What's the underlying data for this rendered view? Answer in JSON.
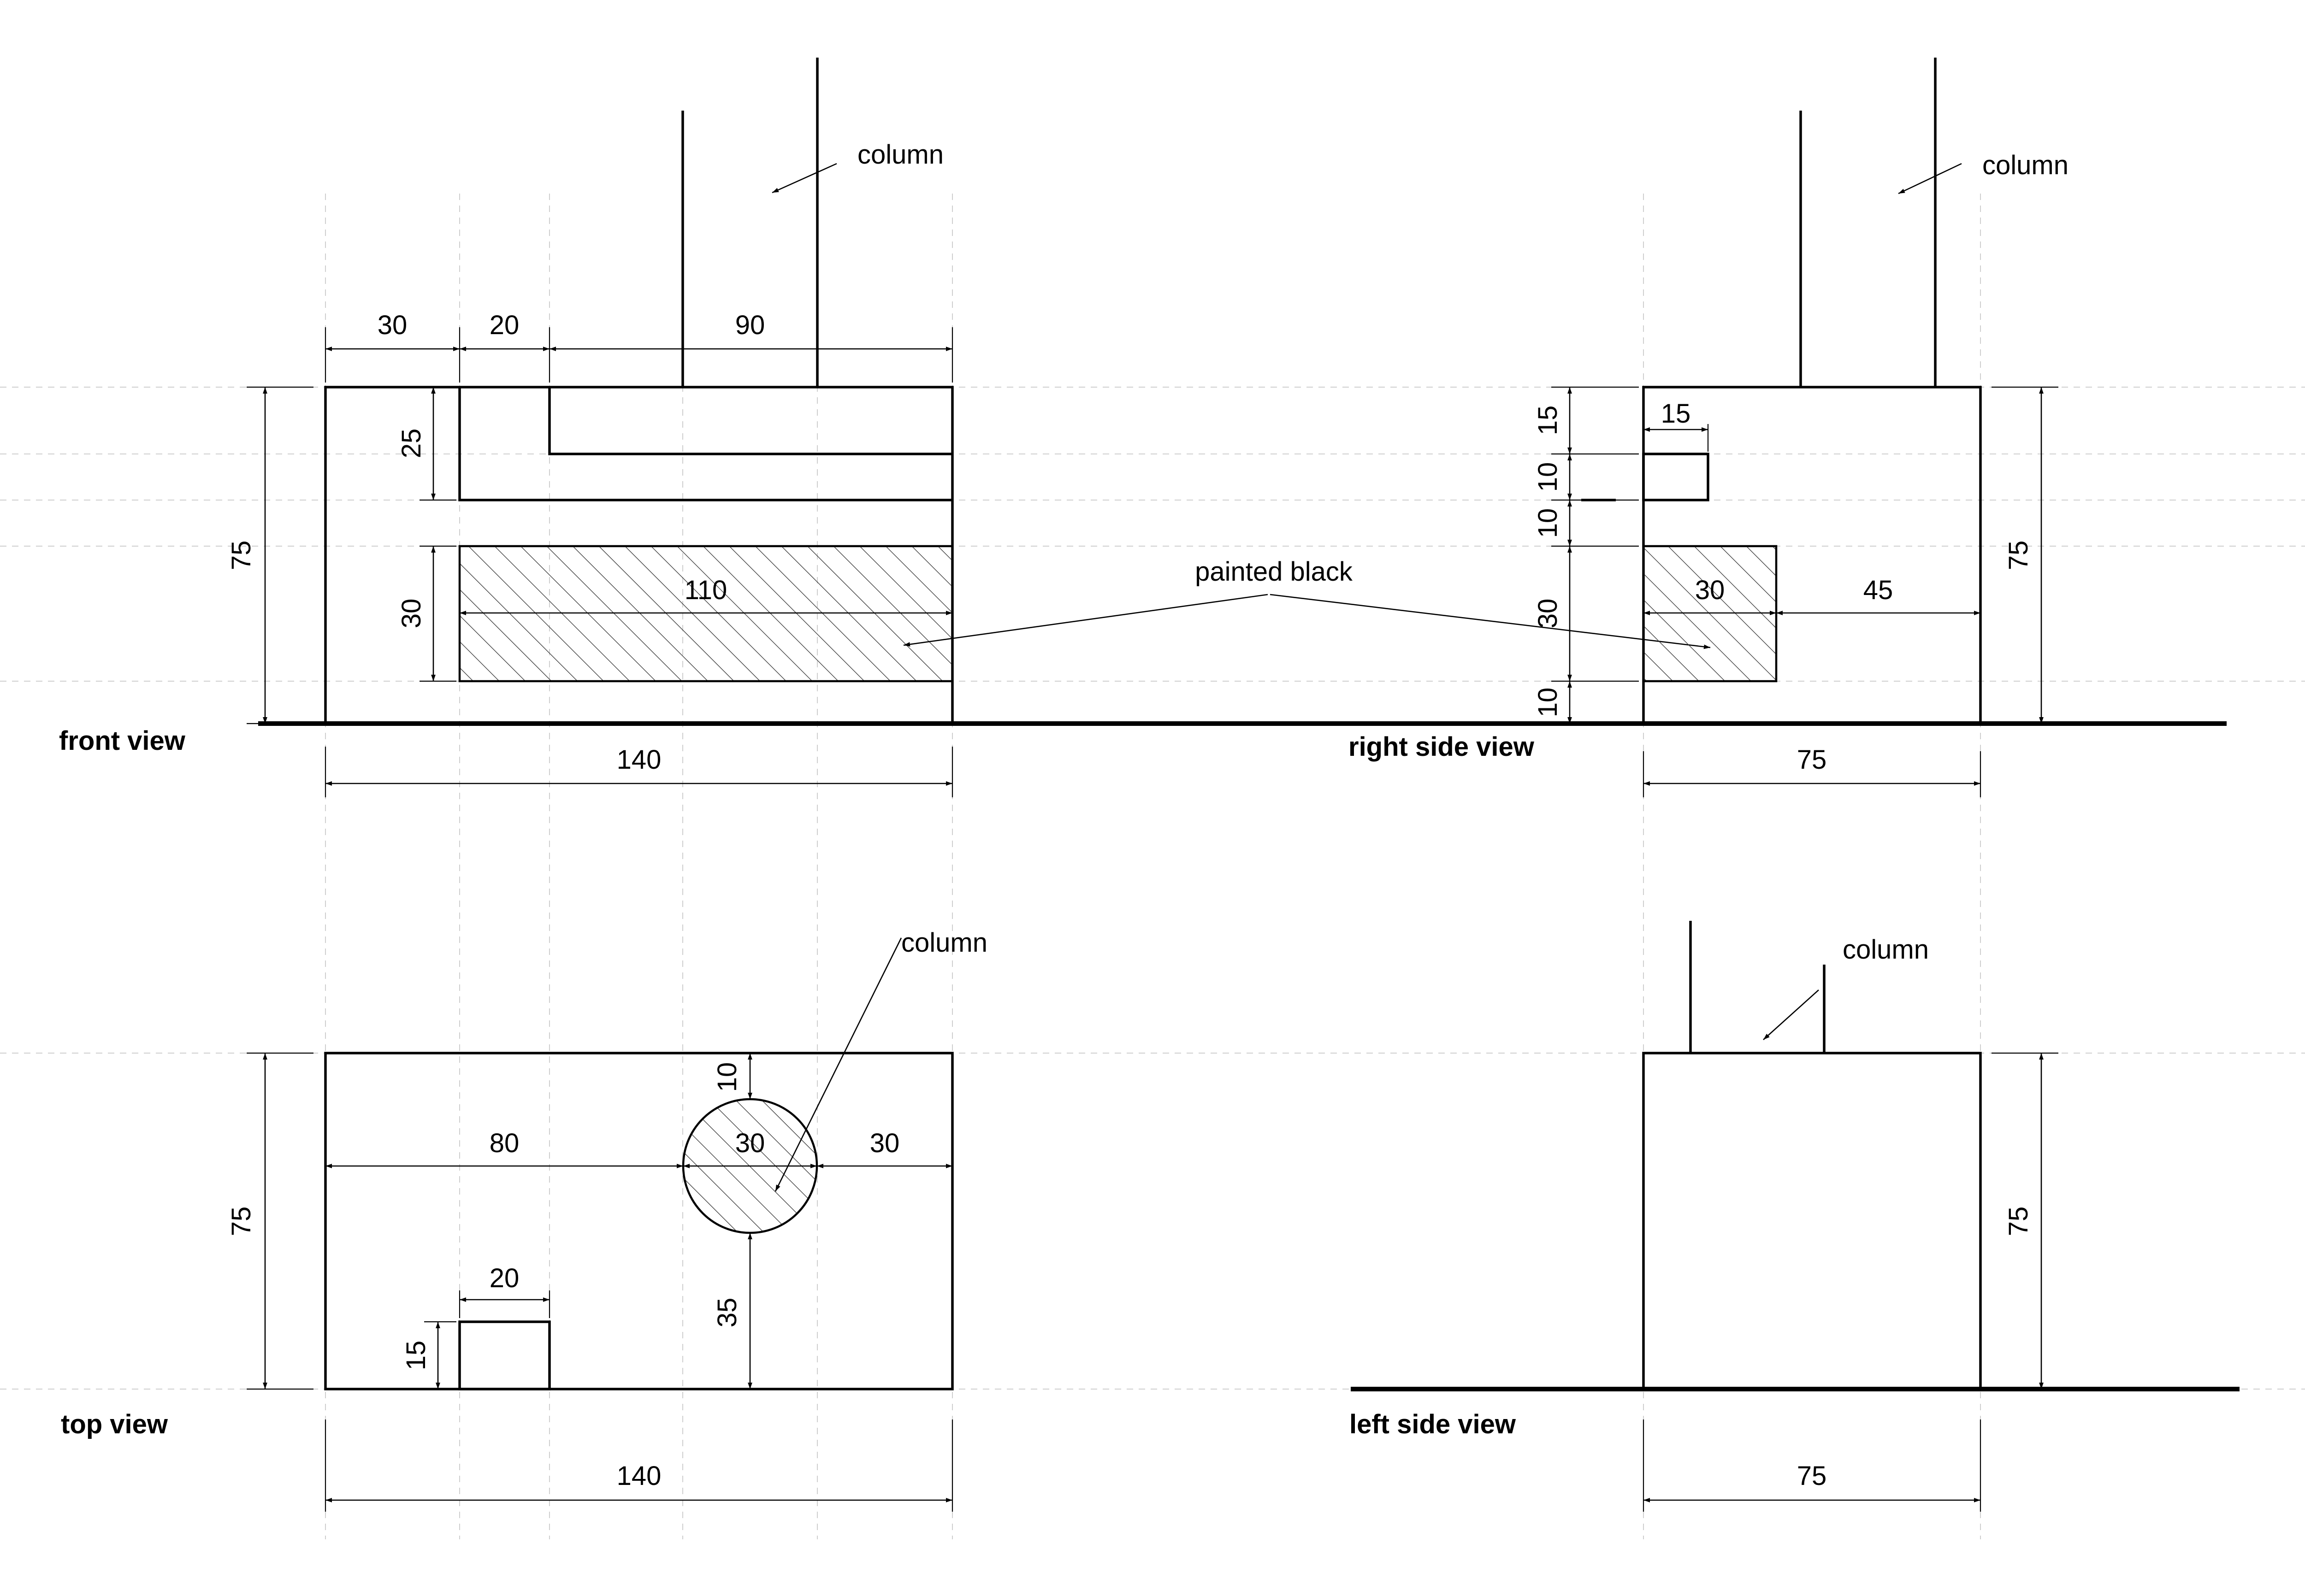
{
  "views": {
    "front": "front view",
    "right": "right side view",
    "top": "top view",
    "left": "left side view"
  },
  "notes": {
    "column": "column",
    "painted_black": "painted black"
  },
  "dims": {
    "front_30": "30",
    "front_20": "20",
    "front_90": "90",
    "front_75": "75",
    "front_25": "25",
    "front_30v": "30",
    "front_110": "110",
    "front_140": "140",
    "right_15v": "15",
    "right_10a": "10",
    "right_10b": "10",
    "right_30v": "30",
    "right_10c": "10",
    "right_15h": "15",
    "right_30h": "30",
    "right_45": "45",
    "right_75v": "75",
    "right_75h": "75",
    "top_75": "75",
    "top_80": "80",
    "top_30a": "30",
    "top_30b": "30",
    "top_10": "10",
    "top_35": "35",
    "top_20": "20",
    "top_15": "15",
    "top_140": "140",
    "left_75v": "75",
    "left_75h": "75"
  },
  "colors": {
    "line": "#000000",
    "guide": "#cfcfcf",
    "background": "#ffffff"
  }
}
